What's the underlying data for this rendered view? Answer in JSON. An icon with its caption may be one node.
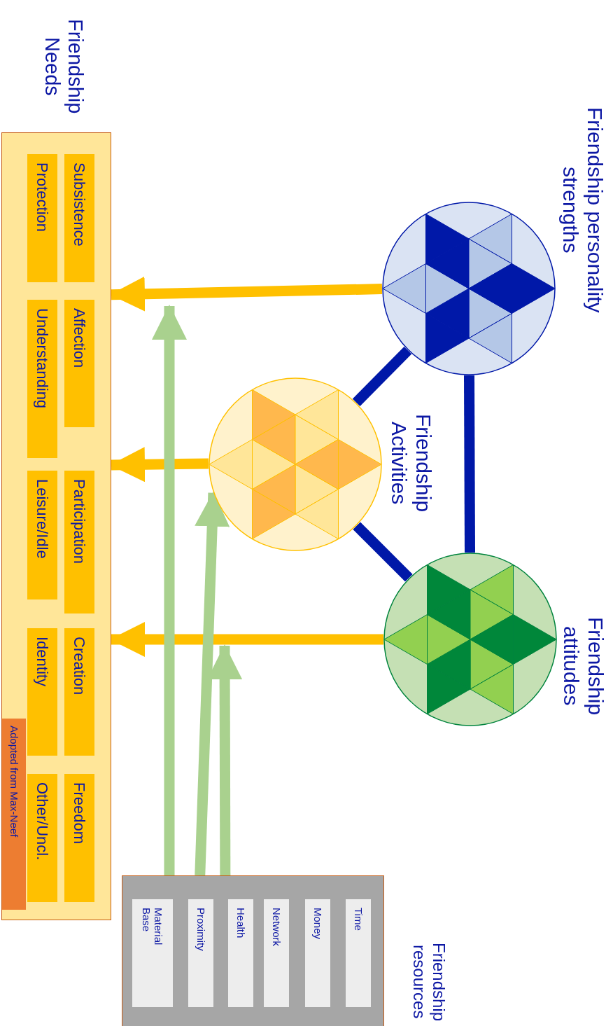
{
  "diagram": {
    "nodes": [
      {
        "text": [
          "Friendship Needs"
        ]
      },
      {
        "text": [
          "Subsistence"
        ],
        "in": 0
      },
      {
        "text": [
          "Protection"
        ],
        "in": 0
      },
      {
        "text": [
          "Affection"
        ],
        "in": 0
      },
      {
        "text": [
          "Understanding"
        ],
        "in": 0
      },
      {
        "text": [
          "Participation"
        ],
        "in": 0
      },
      {
        "text": [
          "Leisure/Idle"
        ],
        "in": 0
      },
      {
        "text": [
          "Creation"
        ],
        "in": 0
      },
      {
        "text": [
          "Identity"
        ],
        "in": 0
      },
      {
        "text": [
          "Freedom"
        ],
        "in": 0
      },
      {
        "text": [
          "Other/Uncl."
        ],
        "in": 0
      },
      {
        "text": [
          "Adopted from Max-Neef"
        ],
        "in": 0
      },
      {
        "text": [
          "Friendship personality strengths"
        ]
      },
      {
        "text": [
          "Friendship Activities"
        ]
      },
      {
        "text": [
          "Friendship attitudes"
        ]
      },
      {
        "text": [
          "Friendship resources"
        ]
      },
      {
        "text": [
          "Material Base"
        ],
        "in": 15
      },
      {
        "text": [
          "Proximity"
        ],
        "in": 15
      },
      {
        "text": [
          "Health"
        ],
        "in": 15
      },
      {
        "text": [
          "Network"
        ],
        "in": 15
      },
      {
        "text": [
          "Money"
        ],
        "in": 15
      },
      {
        "text": [
          "Time"
        ],
        "in": 15
      }
    ],
    "edges": [
      {
        "from": 12,
        "to": 0,
        "arrow": "to",
        "color": "#ffc000"
      },
      {
        "from": 13,
        "to": 0,
        "arrow": "to",
        "color": "#ffc000"
      },
      {
        "from": 14,
        "to": 0,
        "arrow": "to",
        "color": "#ffc000"
      },
      {
        "from": 12,
        "to": 13,
        "arrow": "none",
        "color": "#0018a8"
      },
      {
        "from": 12,
        "to": 14,
        "arrow": "none",
        "color": "#0018a8"
      },
      {
        "from": 13,
        "to": 14,
        "arrow": "none",
        "color": "#0018a8"
      },
      {
        "from": 15,
        "to": null,
        "arrow": "to",
        "color": "#a9d18e"
      },
      {
        "from": 15,
        "to": 13,
        "arrow": "to",
        "color": "#a9d18e"
      },
      {
        "from": 15,
        "to": null,
        "arrow": "to",
        "color": "#a9d18e"
      }
    ]
  }
}
